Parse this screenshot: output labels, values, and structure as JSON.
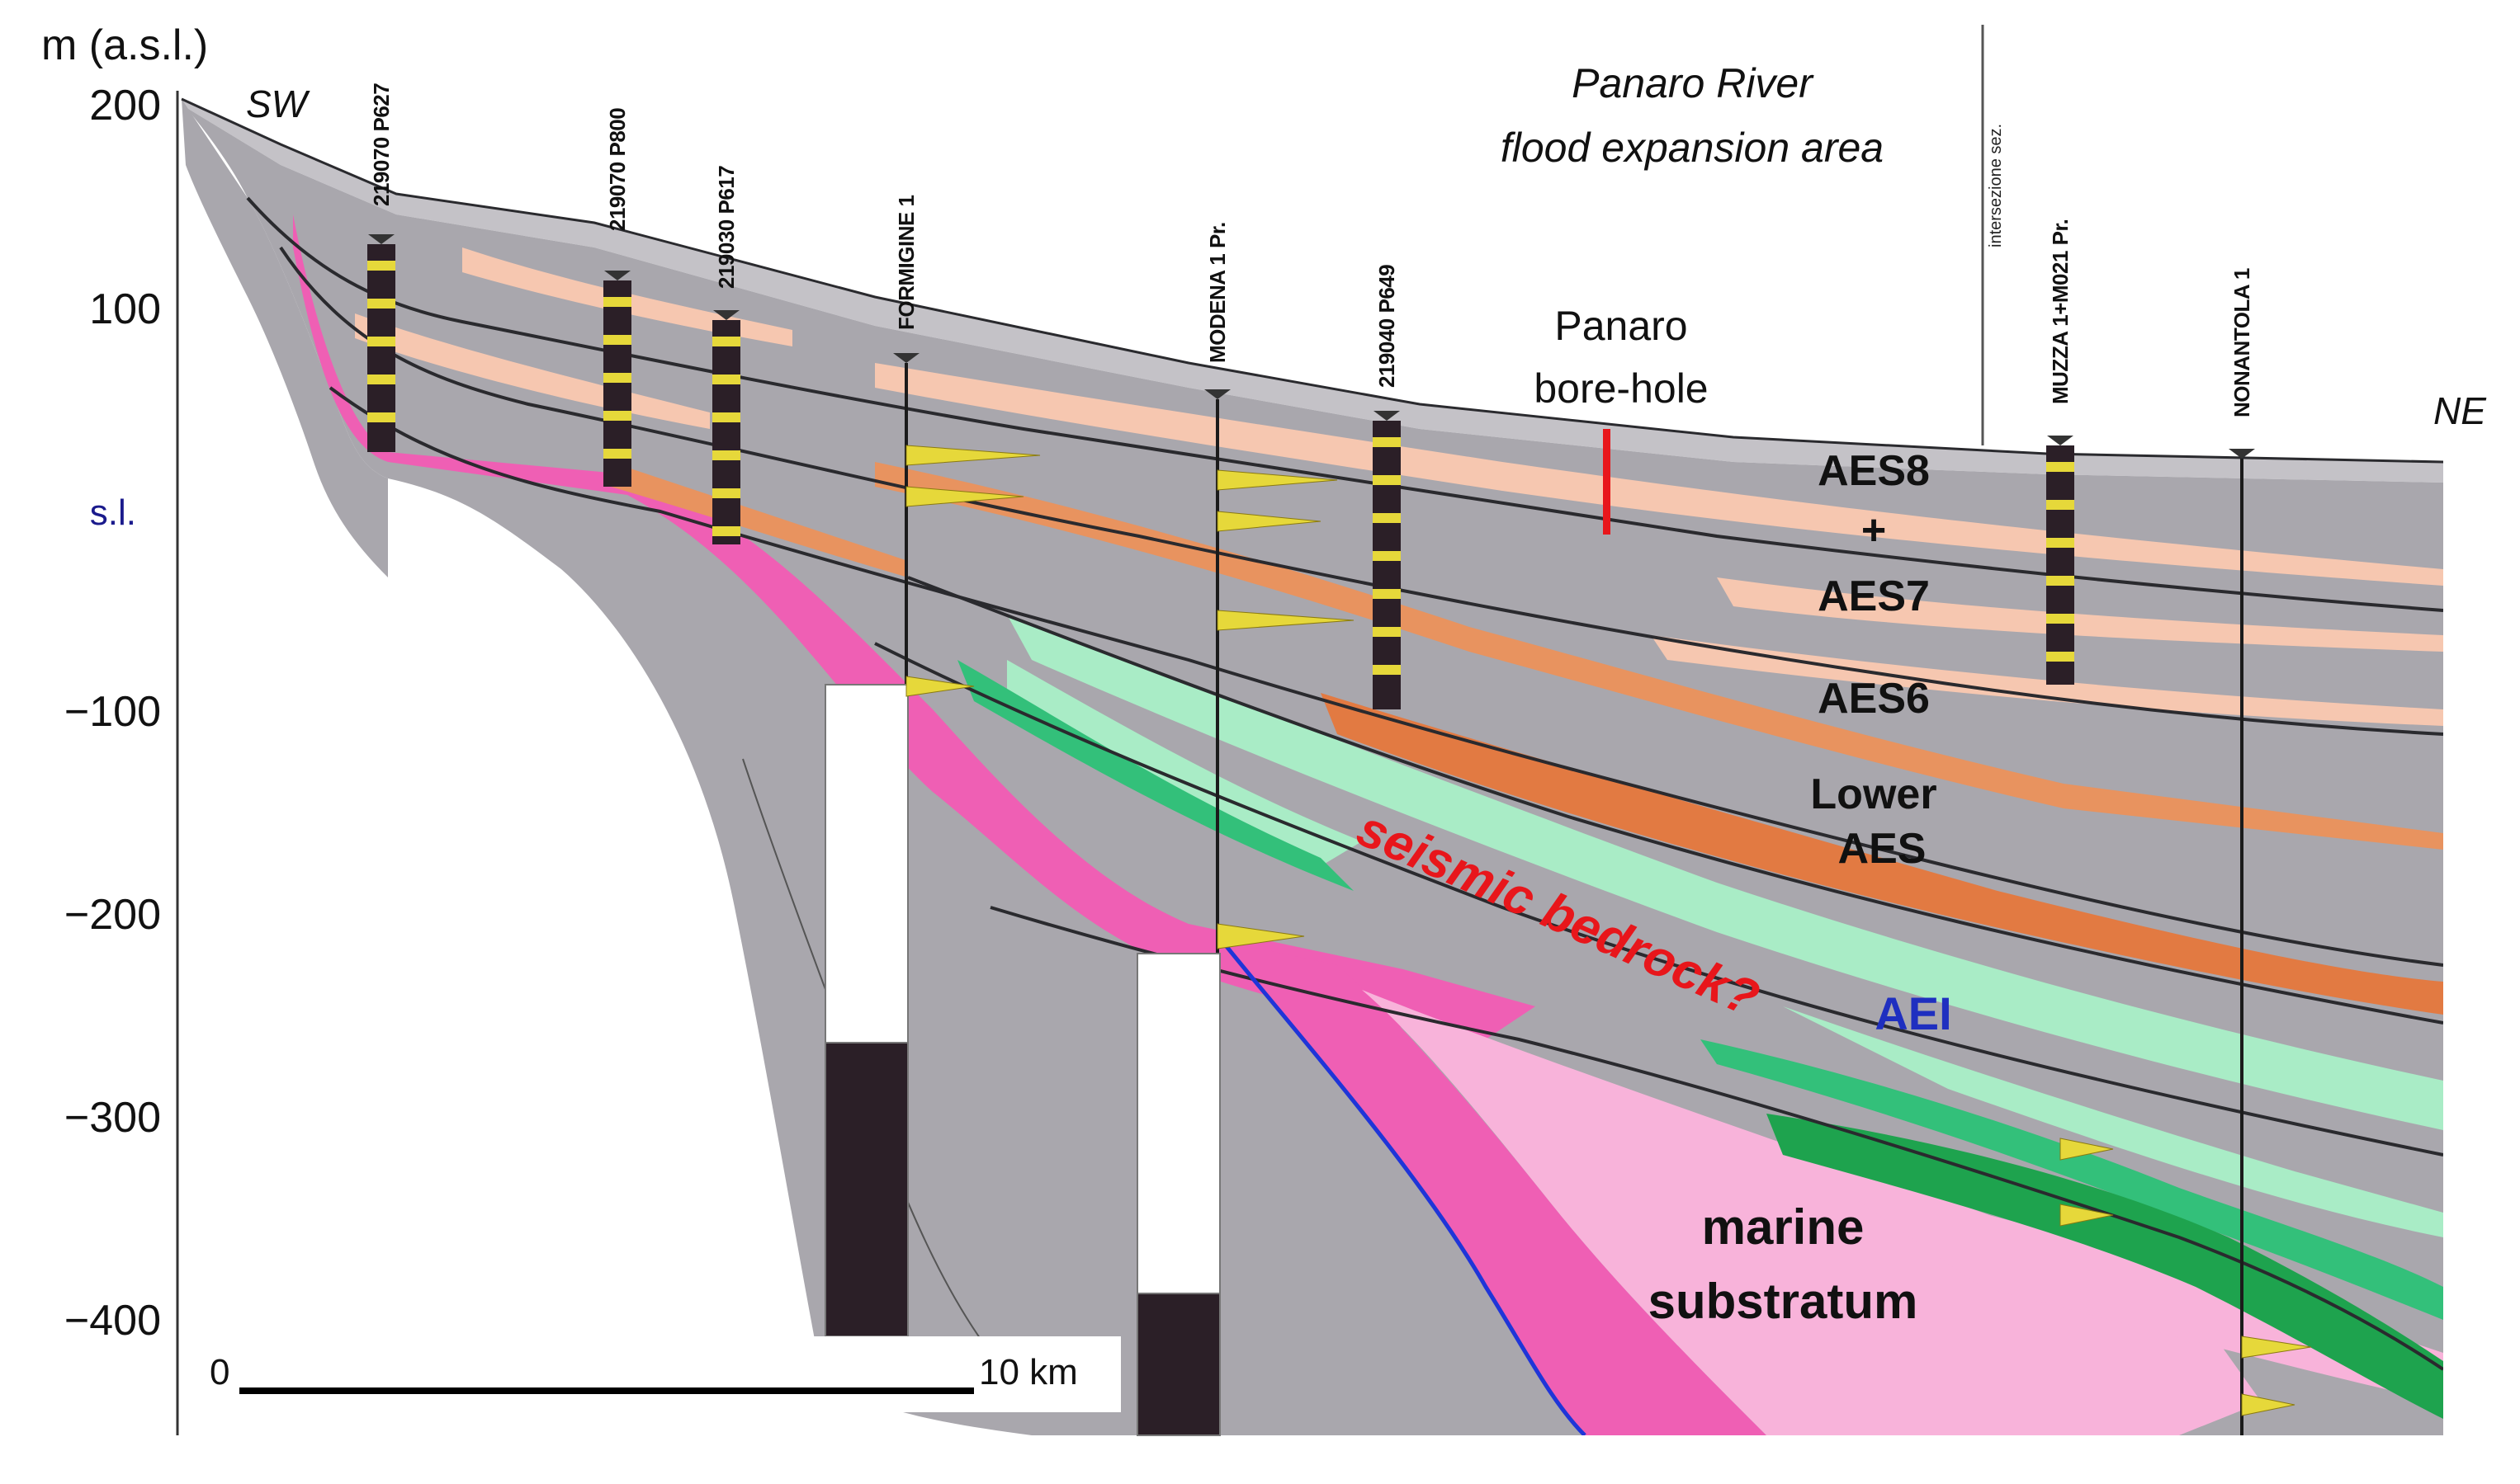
{
  "axis": {
    "title": "m (a.s.l.)",
    "ticks": [
      "200",
      "100",
      "s.l.",
      "−100",
      "−200",
      "−300",
      "−400"
    ]
  },
  "directions": {
    "left": "SW",
    "right": "NE"
  },
  "area_title": {
    "line1": "Panaro River",
    "line2": "flood expansion area"
  },
  "borehole": {
    "line1": "Panaro",
    "line2": "bore-hole"
  },
  "wells": [
    "219070 P627",
    "219070 P800",
    "219030 P617",
    "FORMIGINE 1",
    "MODENA 1 Pr.",
    "219040 P649",
    "MUZZA 1+M021 Pr.",
    "NONANTOLA 1"
  ],
  "section_marker": "intersezione sez.",
  "units": {
    "aes8": "AES8",
    "plus": "+",
    "aes7": "AES7",
    "aes6": "AES6",
    "lower1": "Lower",
    "lower2": "AES",
    "aei": "AEI",
    "bedrock": "seismic bedrock?",
    "marine1": "marine",
    "marine2": "substratum"
  },
  "scale": {
    "start": "0",
    "end": "10 km"
  },
  "colors": {
    "gray": "#a9a7ad",
    "light_gray": "#c4c2c7",
    "peach": "#f6c7b0",
    "orange": "#e27a42",
    "mint": "#a9ecc6",
    "green": "#33c07a",
    "dark_green": "#1ea34e",
    "magenta": "#ef5fb4",
    "pink": "#f8b3da",
    "blue_line": "#1f35d8",
    "red_bar": "#e8161b",
    "gravel": "#e6d83a",
    "well_dark": "#2b1f27"
  }
}
